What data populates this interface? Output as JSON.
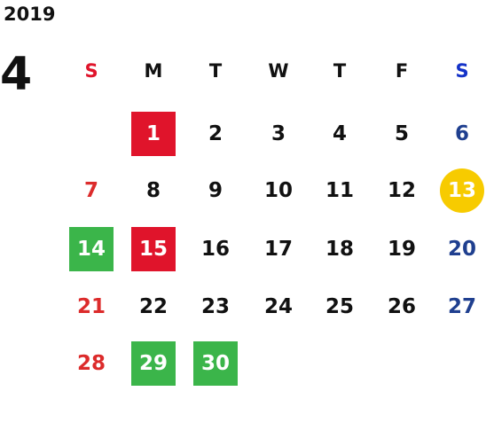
{
  "calendar": {
    "year": "2019",
    "month": "4",
    "weekdays": [
      {
        "label": "S",
        "color": "#e0142b"
      },
      {
        "label": "M",
        "color": "#111111"
      },
      {
        "label": "T",
        "color": "#111111"
      },
      {
        "label": "W",
        "color": "#111111"
      },
      {
        "label": "T",
        "color": "#111111"
      },
      {
        "label": "F",
        "color": "#111111"
      },
      {
        "label": "S",
        "color": "#1432c8"
      }
    ],
    "days": [
      {
        "day": "1",
        "col": 1,
        "week": 0,
        "style": "box-red"
      },
      {
        "day": "2",
        "col": 2,
        "week": 0
      },
      {
        "day": "3",
        "col": 3,
        "week": 0
      },
      {
        "day": "4",
        "col": 4,
        "week": 0
      },
      {
        "day": "5",
        "col": 5,
        "week": 0
      },
      {
        "day": "6",
        "col": 6,
        "week": 0
      },
      {
        "day": "7",
        "col": 0,
        "week": 1
      },
      {
        "day": "8",
        "col": 1,
        "week": 1
      },
      {
        "day": "9",
        "col": 2,
        "week": 1
      },
      {
        "day": "10",
        "col": 3,
        "week": 1
      },
      {
        "day": "11",
        "col": 4,
        "week": 1
      },
      {
        "day": "12",
        "col": 5,
        "week": 1
      },
      {
        "day": "13",
        "col": 6,
        "week": 1,
        "style": "circle-yellow"
      },
      {
        "day": "14",
        "col": 0,
        "week": 2,
        "style": "box-green"
      },
      {
        "day": "15",
        "col": 1,
        "week": 2,
        "style": "box-red"
      },
      {
        "day": "16",
        "col": 2,
        "week": 2
      },
      {
        "day": "17",
        "col": 3,
        "week": 2
      },
      {
        "day": "18",
        "col": 4,
        "week": 2
      },
      {
        "day": "19",
        "col": 5,
        "week": 2
      },
      {
        "day": "20",
        "col": 6,
        "week": 2
      },
      {
        "day": "21",
        "col": 0,
        "week": 3
      },
      {
        "day": "22",
        "col": 1,
        "week": 3
      },
      {
        "day": "23",
        "col": 2,
        "week": 3
      },
      {
        "day": "24",
        "col": 3,
        "week": 3
      },
      {
        "day": "25",
        "col": 4,
        "week": 3
      },
      {
        "day": "26",
        "col": 5,
        "week": 3
      },
      {
        "day": "27",
        "col": 6,
        "week": 3
      },
      {
        "day": "28",
        "col": 0,
        "week": 4
      },
      {
        "day": "29",
        "col": 1,
        "week": 4,
        "style": "box-green"
      },
      {
        "day": "30",
        "col": 2,
        "week": 4,
        "style": "box-green"
      }
    ],
    "colors": {
      "holiday_red": "#e0142b",
      "event_green": "#3bb54a",
      "highlight_yellow": "#f7cb00",
      "sunday_text": "#dc2b2b",
      "saturday_text": "#1f3f8f"
    }
  }
}
